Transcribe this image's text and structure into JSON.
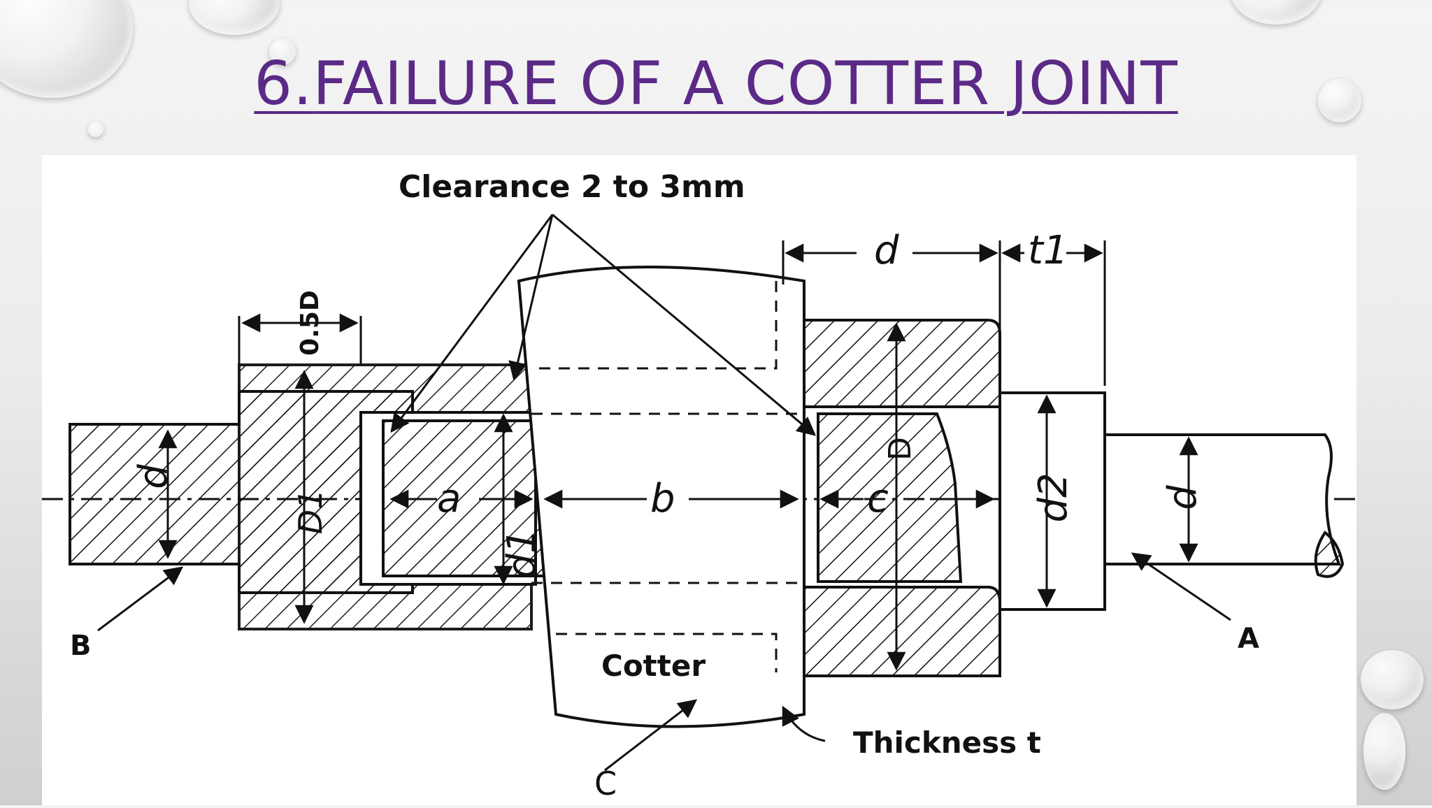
{
  "slide": {
    "title_number": "6.",
    "title_text": "FAILURE OF A COTTER JOINT",
    "accent_color": "#5b2a86"
  },
  "diagram": {
    "labels": {
      "clearance": "Clearance 2 to 3mm",
      "cotter": "Cotter",
      "thickness": "Thickness t",
      "A": "A",
      "B": "B",
      "C": "C",
      "d_top": "d",
      "t1": "t1",
      "half_D": "0.5D",
      "d_left": "d",
      "D1": "D1",
      "a": "a",
      "d1": "d1",
      "b": "b",
      "c": "c",
      "D": "D",
      "d2": "d2",
      "d_right": "d"
    }
  }
}
